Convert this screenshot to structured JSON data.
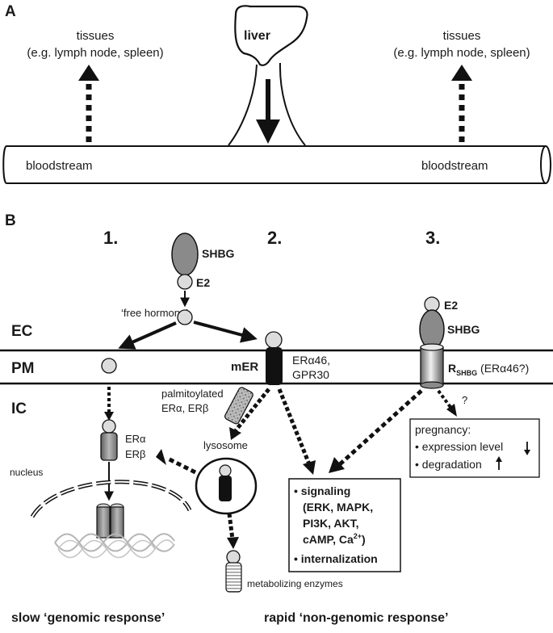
{
  "panel_a": {
    "label": "A",
    "organ": "liver",
    "tissues_left": {
      "line1": "tissues",
      "line2": "(e.g. lymph node, spleen)"
    },
    "tissues_right": {
      "line1": "tissues",
      "line2": "(e.g. lymph node, spleen)"
    },
    "bloodstream_left": "bloodstream",
    "bloodstream_right": "bloodstream"
  },
  "panel_b": {
    "label": "B",
    "col1": "1.",
    "col2": "2.",
    "col3": "3.",
    "zone_ec": "EC",
    "zone_pm": "PM",
    "zone_ic": "IC",
    "shbg": "SHBG",
    "e2": "E2",
    "free_hormone": "‘free hormone’",
    "mer": "mER",
    "er_receptors": {
      "line1": "ERα46,",
      "line2": "GPR30"
    },
    "palmitoylated": {
      "line1": "palmitoylated",
      "line2": "ERα, ERβ"
    },
    "nuclear_er": {
      "line1": "ERα",
      "line2": "ERβ"
    },
    "nucleus": "nucleus",
    "lysosome": "lysosome",
    "metabolizing": "metabolizing enzymes",
    "r_shbg": {
      "r": "R",
      "sub": "SHBG",
      "rest": " (ERα46?)"
    },
    "question": "?",
    "pregnancy": {
      "title": "pregnancy:",
      "item1": "• expression level",
      "item2": "• degradation"
    },
    "signaling_box": {
      "line1": "• signaling",
      "line2": "(ERK, MAPK,",
      "line3": "PI3K, AKT,",
      "line4": "cAMP, Ca",
      "line4_sup": "2+",
      "line4_end": ")",
      "line5": "• internalization"
    },
    "slow_response": "slow ‘genomic response’",
    "rapid_response": "rapid ‘non-genomic response’"
  },
  "colors": {
    "receptor_black": "#111111",
    "shbg_gray": "#8a8a8a",
    "ball_light": "#dcdcdc",
    "nuclear_gray": "#a0a0a0"
  }
}
